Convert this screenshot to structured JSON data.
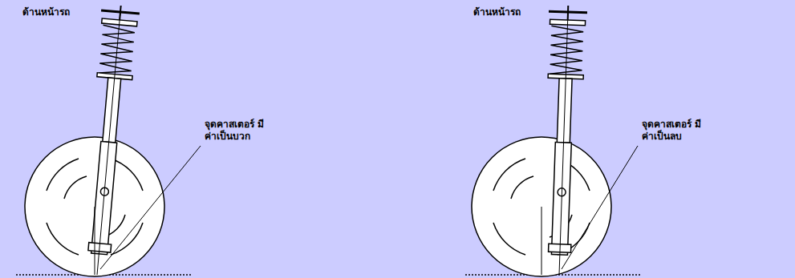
{
  "diagram": {
    "labels": [
      "ด้านหน้ารถ",
      "จุดคาสเตอร์ มีค่าเป็นบวก",
      "ด้านหน้ารถ",
      "จุดคาสเตอร์ มีค่าเป็นลบ"
    ]
  }
}
